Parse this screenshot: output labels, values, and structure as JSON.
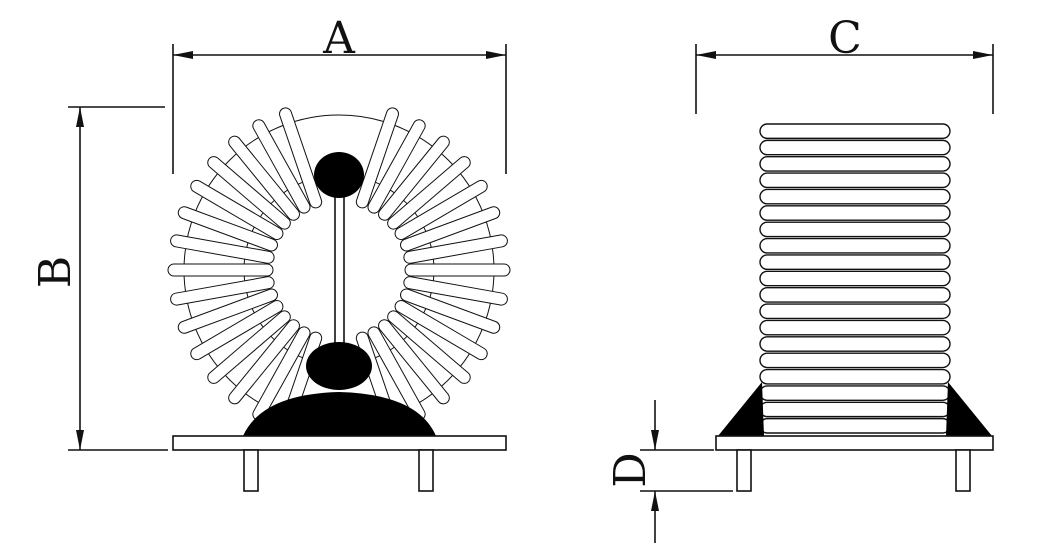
{
  "colors": {
    "ink": "#111111",
    "paper": "#ffffff",
    "solid_fill": "#000000"
  },
  "labels": {
    "A": "A",
    "B": "B",
    "C": "C",
    "D": "D"
  },
  "front_view": {
    "winding_turns": 30
  },
  "side_view": {
    "winding_turns": 19
  }
}
